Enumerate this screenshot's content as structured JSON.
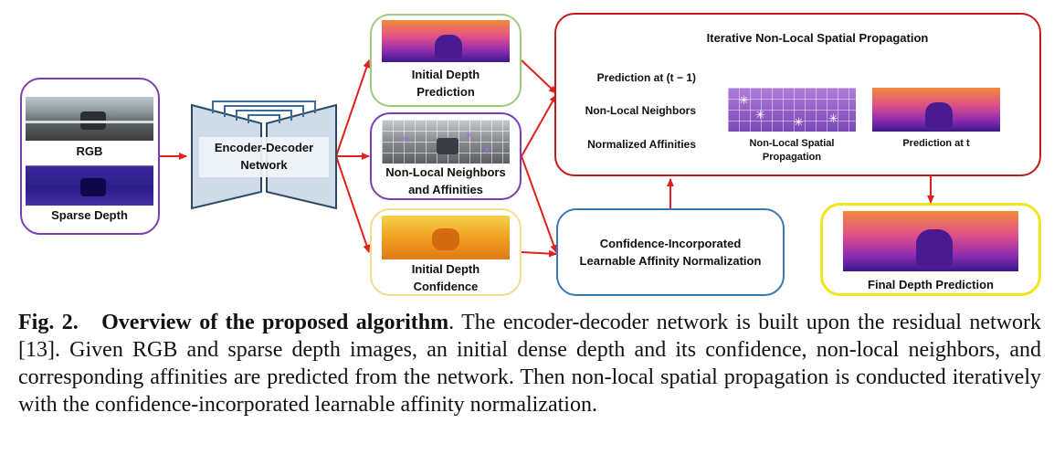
{
  "diagram": {
    "inputs": {
      "rgb_label": "RGB",
      "sparse_label": "Sparse Depth"
    },
    "encoder_decoder": {
      "line1": "Encoder-Decoder",
      "line2": "Network"
    },
    "outputs": {
      "initial_depth": [
        "Initial Depth",
        "Prediction"
      ],
      "neighbors": [
        "Non-Local Neighbors",
        "and Affinities"
      ],
      "confidence": [
        "Initial Depth",
        "Confidence"
      ]
    },
    "propagation": {
      "title": "Iterative Non-Local Spatial Propagation",
      "prediction_prev": "Prediction at (t − 1)",
      "non_local_neighbors": "Non-Local Neighbors",
      "normalized_affinities": "Normalized Affinities",
      "nlsp_label": [
        "Non-Local Spatial",
        "Propagation"
      ],
      "prediction_t": "Prediction at t"
    },
    "normalization": [
      "Confidence-Incorporated",
      "Learnable Affinity Normalization"
    ],
    "final": "Final Depth Prediction",
    "colors": {
      "red": "#e0201c",
      "green_border": "#9ccc7c",
      "purple_border": "#7b3fb5",
      "yellow_border": "#f3dd8a",
      "blue_border": "#3a78b5",
      "final_border": "#f2e51c"
    }
  },
  "caption": {
    "label": "Fig. 2.",
    "title": "Overview of the proposed algorithm",
    "text": ". The encoder-decoder network is built upon the residual network [13]. Given RGB and sparse depth images, an initial dense depth and its confidence, non-local neighbors, and corresponding affinities are predicted from the network. Then non-local spatial propagation is conducted iteratively with the confidence-incorporated learnable affinity normalization."
  }
}
